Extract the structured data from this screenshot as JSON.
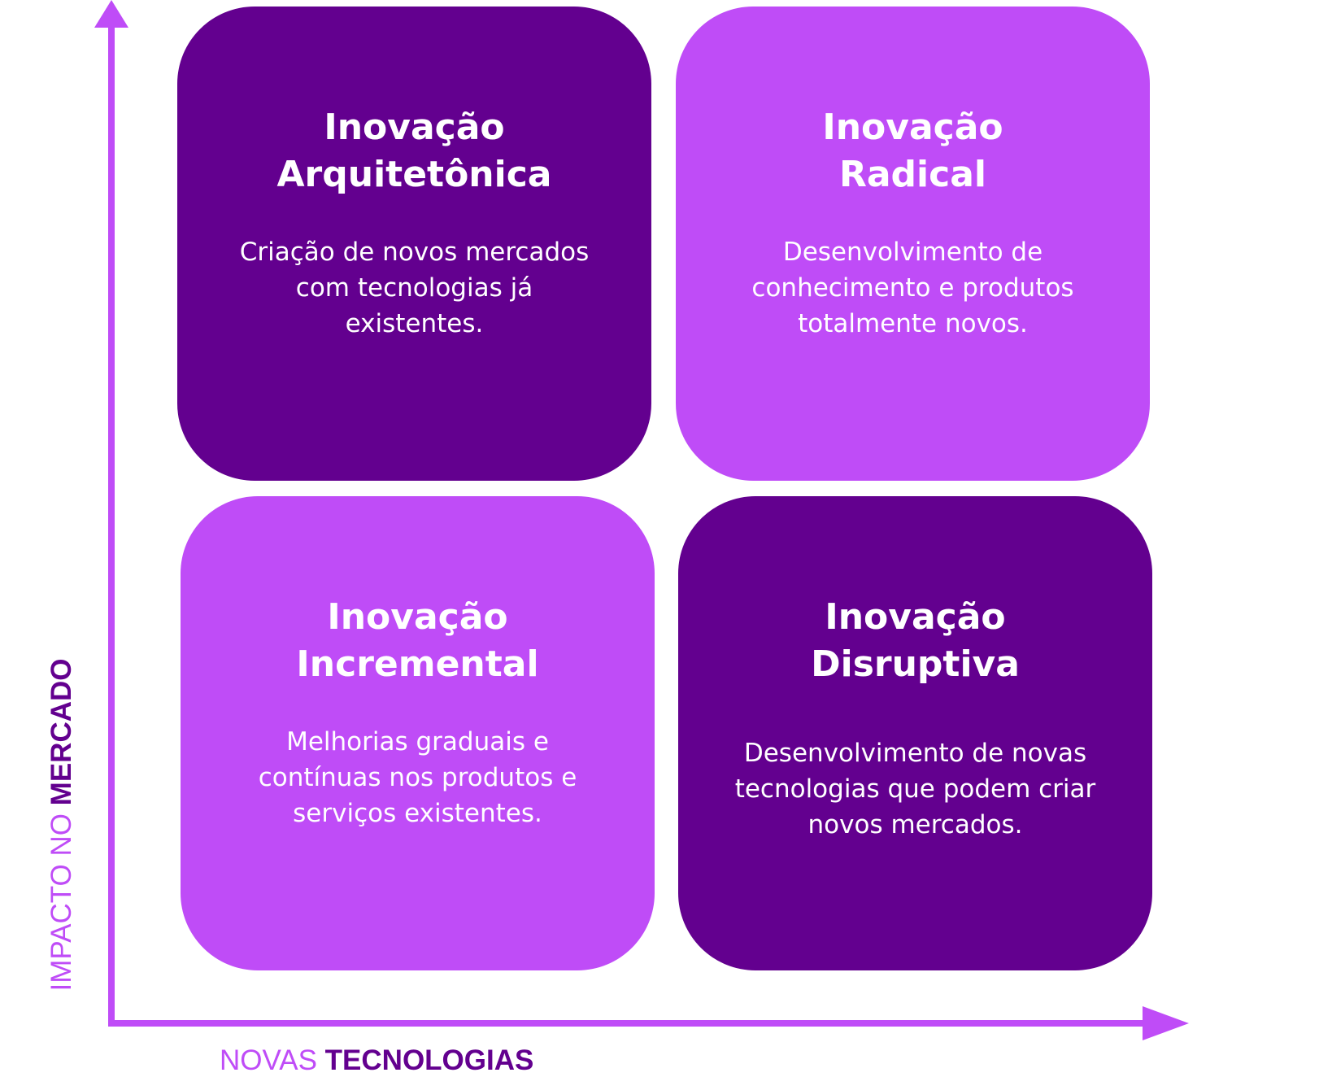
{
  "colors": {
    "dark": "#63008f",
    "light": "#bf4cf7",
    "axis": "#bf4cf7",
    "background": "#ffffff",
    "text": "#ffffff"
  },
  "axes": {
    "x_label_plain": "NOVAS ",
    "x_label_bold": "TECNOLOGIAS",
    "y_label_plain": "IMPACTO NO ",
    "y_label_bold": "MERCADO"
  },
  "quadrants": {
    "top_left": {
      "title_line1": "Inovação",
      "title_line2": "Arquitetônica",
      "description": "Criação de novos mercados com tecnologias já existentes."
    },
    "top_right": {
      "title_line1": "Inovação",
      "title_line2": "Radical",
      "description": "Desenvolvimento de conhecimento e produtos totalmente novos."
    },
    "bottom_left": {
      "title_line1": "Inovação",
      "title_line2": "Incremental",
      "description": "Melhorias graduais e contínuas nos produtos e serviços existentes."
    },
    "bottom_right": {
      "title_line1": "Inovação",
      "title_line2": "Disruptiva",
      "description": "Desenvolvimento de novas tecnologias que podem criar novos mercados."
    }
  }
}
